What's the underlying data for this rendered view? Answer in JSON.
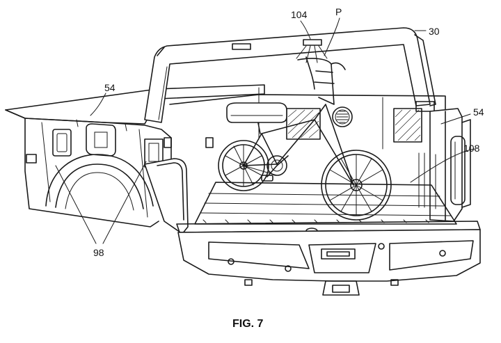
{
  "labels": {
    "l104": "104",
    "lP": "P",
    "l30": "30",
    "l54_left": "54",
    "l54_right": "54",
    "l108": "108",
    "l98": "98"
  },
  "caption": "FIG. 7"
}
